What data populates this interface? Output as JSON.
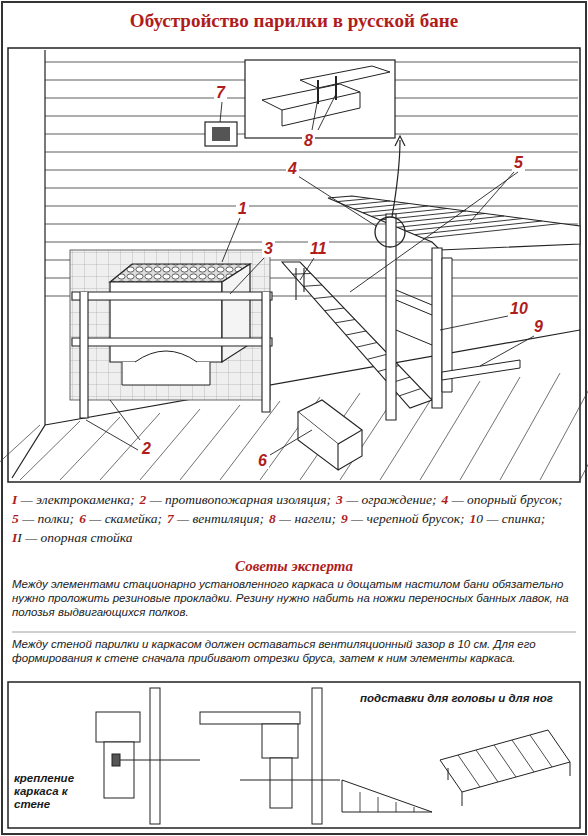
{
  "diagram": {
    "title": "Обустройство парилки в русской бане",
    "labels": [
      "7",
      "8",
      "4",
      "5",
      "1",
      "3",
      "11",
      "10",
      "9",
      "2",
      "6",
      "Советы эксперта",
      "Между элементами стационарно установленного каркаса и дощатым настилом бани обязательно нужно проложить резиновые прокладки. Резину нужно набить на ножки переносных банных лавок, на полозья выдвигающихся полков.",
      "Между стеной парилки и каркасом должен оставаться вентиляционный зазор в 10 см. Для его формирования к стене сначала прибивают отрезки бруса, затем к ним элементы каркаса.",
      "крепление каркаса к стене",
      "подставки для головы и для ног"
    ],
    "legend": [
      {
        "text": "I — электрокаменка;"
      },
      {
        "text": "2 — противопожарная изоляция;"
      },
      {
        "text": "3 — ограждение;"
      },
      {
        "text": "4 — опорный брусок;"
      },
      {
        "text": "5 — полки;"
      },
      {
        "text": "6 — скамейка;"
      },
      {
        "text": "7 — вентиляция;"
      },
      {
        "text": "8 — нагели;"
      },
      {
        "text": "9 — черепной брусок;"
      },
      {
        "text": "10 — спинка;"
      },
      {
        "text": "II — опорная стойка"
      }
    ]
  }
}
